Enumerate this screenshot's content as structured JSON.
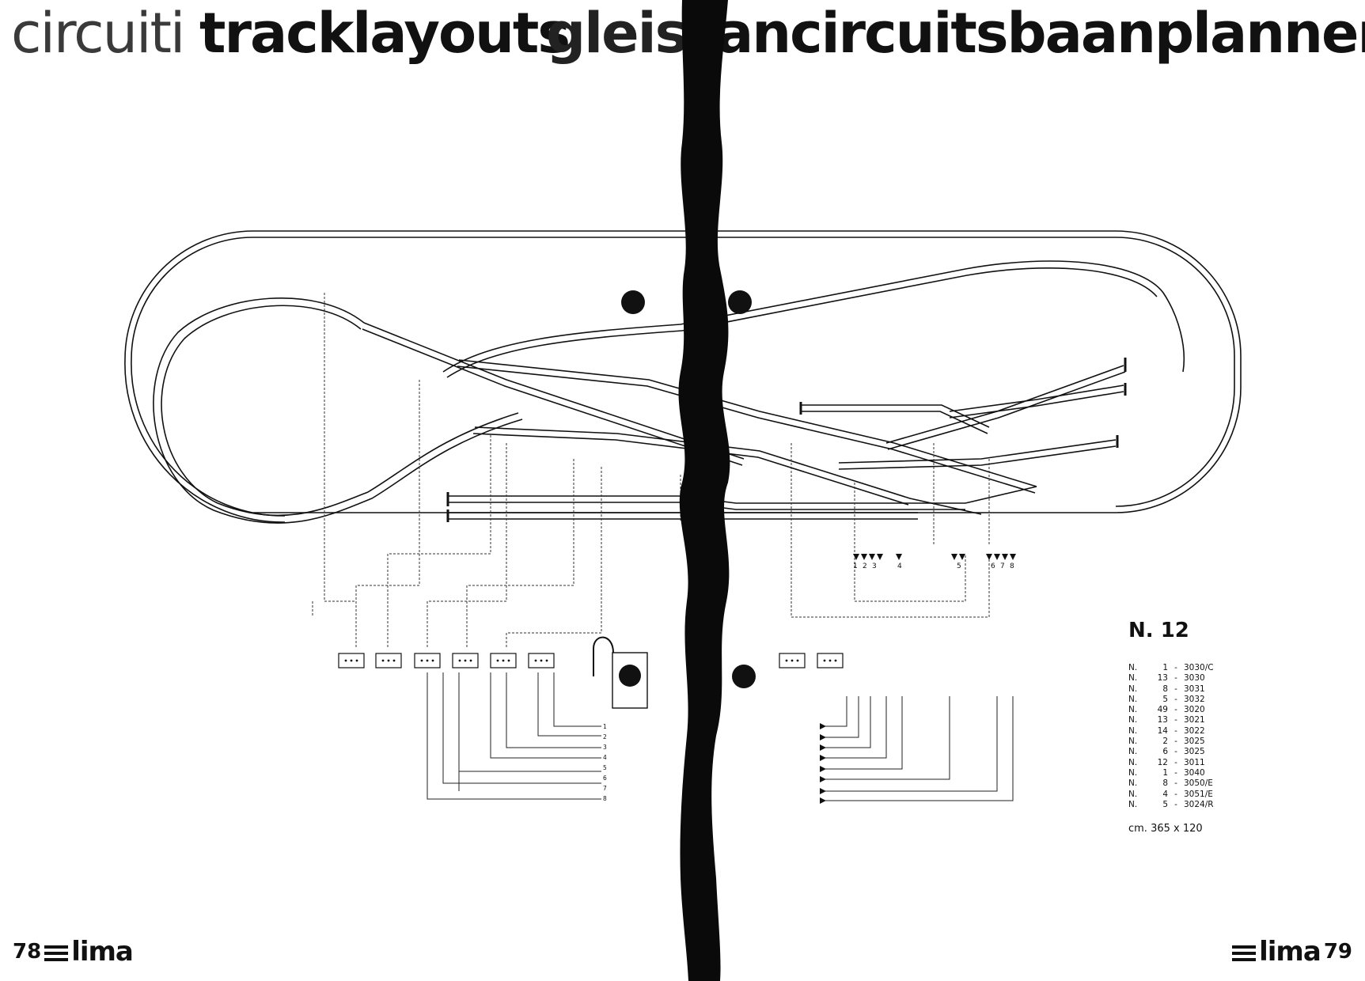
{
  "header": {
    "part1": "circuiti",
    "part2": "tracklayouts",
    "part3": "gleis",
    "part4": "ancircuitsbaanplannen"
  },
  "layout": {
    "number": "N. 12",
    "dimensions": "cm. 365 x 120",
    "parts": [
      {
        "prefix": "N.",
        "qty": "1",
        "code": "3030/C"
      },
      {
        "prefix": "N.",
        "qty": "13",
        "code": "3030"
      },
      {
        "prefix": "N.",
        "qty": "8",
        "code": "3031"
      },
      {
        "prefix": "N.",
        "qty": "5",
        "code": "3032"
      },
      {
        "prefix": "N.",
        "qty": "49",
        "code": "3020"
      },
      {
        "prefix": "N.",
        "qty": "13",
        "code": "3021"
      },
      {
        "prefix": "N.",
        "qty": "14",
        "code": "3022"
      },
      {
        "prefix": "N.",
        "qty": "2",
        "code": "3025"
      },
      {
        "prefix": "N.",
        "qty": "6",
        "code": "3025"
      },
      {
        "prefix": "N.",
        "qty": "12",
        "code": "3011"
      },
      {
        "prefix": "N.",
        "qty": "1",
        "code": "3040"
      },
      {
        "prefix": "N.",
        "qty": "8",
        "code": "3050/E"
      },
      {
        "prefix": "N.",
        "qty": "4",
        "code": "3051/E"
      },
      {
        "prefix": "N.",
        "qty": "5",
        "code": "3024/R"
      }
    ]
  },
  "wiring_left_labels": [
    "1",
    "2",
    "3",
    "4",
    "5",
    "6",
    "7",
    "8"
  ],
  "wiring_right_labels": [
    "1",
    "2",
    "3",
    "4",
    "5",
    "6",
    "7",
    "8"
  ],
  "footer": {
    "left_page": "78",
    "right_page": "79",
    "brand": "lima"
  },
  "colors": {
    "ink": "#111111",
    "paper": "#ffffff",
    "gray_print": "#3a3a3a"
  }
}
